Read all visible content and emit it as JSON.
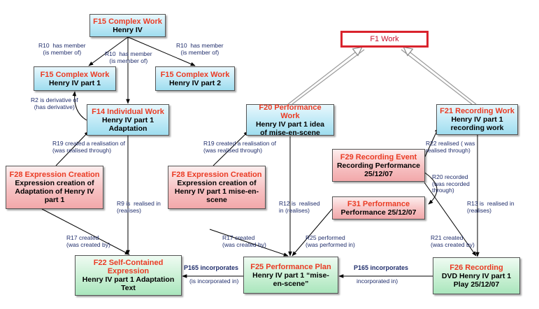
{
  "nodes": {
    "f15_top": {
      "title": "F15 Complex Work",
      "body": "Henry IV"
    },
    "f1": {
      "title": "F1 Work",
      "body": ""
    },
    "f15_part1": {
      "title": "F15 Complex Work",
      "body": "Henry IV part 1"
    },
    "f15_part2": {
      "title": "F15 Complex Work",
      "body": "Henry IV part 2"
    },
    "f14": {
      "title": "F14 Individual Work",
      "body": "Henry IV part 1 Adaptation"
    },
    "f20": {
      "title": "F20 Performance Work",
      "body": "Henry IV part 1 idea of mise-en-scene"
    },
    "f21": {
      "title": "F21 Recording Work",
      "body": "Henry IV part 1 recording work"
    },
    "f29": {
      "title": "F29 Recording Event",
      "body": "Recording Performance 25/12/07"
    },
    "f28_left": {
      "title": "F28 Expression Creation",
      "body": "Expression creation of Adaptation of Henry IV part 1"
    },
    "f28_mid": {
      "title": "F28 Expression Creation",
      "body": "Expression creation of Henry IV part 1 mise-en-scene"
    },
    "f31": {
      "title": "F31 Performance",
      "body": "Performance 25/12/07"
    },
    "f22": {
      "title": "F22 Self-Contained Expression",
      "body": "Henry IV part 1 Adaptation Text"
    },
    "f25": {
      "title": "F25 Performance Plan",
      "body": "Henry IV part 1 “mise-en-scene”"
    },
    "f26": {
      "title": "F26 Recording",
      "body": "DVD Henry IV part 1 Play 25/12/07"
    }
  },
  "edge_labels": {
    "r10_left": "R10  has member\n(is member of)",
    "r10_center": "R10  has member\n(is member of)",
    "r10_right": "R10  has member\n(is member of)",
    "r2": "R2 is derivative of\n(has derivative)",
    "r19_left": "R19 created a realisation of\n(was realised through)",
    "r19_mid": "R19 created a realisation of\n(was realised through)",
    "r22": "R22 realised ( was\nrealised through)",
    "r20": "R20 recorded\n(was recorded\nthrough)",
    "r9": "R9 is  realised in\n(realises)",
    "r12": "R12 is  realised\nin (realises)",
    "r13": "R13 is  realised in\n(realises)",
    "r17_left": "R17 created\n(was created by)",
    "r17_mid": "R17 created\n(was created by)",
    "r25": "R25 performed\n(was performed in)",
    "r21": "R21 created\n(was created by)",
    "p165_left_a": "P165 incorporates",
    "p165_left_b": "(is incorporated in)",
    "p165_right_a": "P165 incorporates",
    "p165_right_b": "incorporated in)"
  },
  "colors": {
    "title_red": "#ea3b24",
    "label_navy": "#1f2d6b",
    "f1_border": "#d9232d",
    "blue_fill": "#bfe9f6",
    "red_fill": "#f7c2c3",
    "green_fill": "#c9f0d4"
  }
}
